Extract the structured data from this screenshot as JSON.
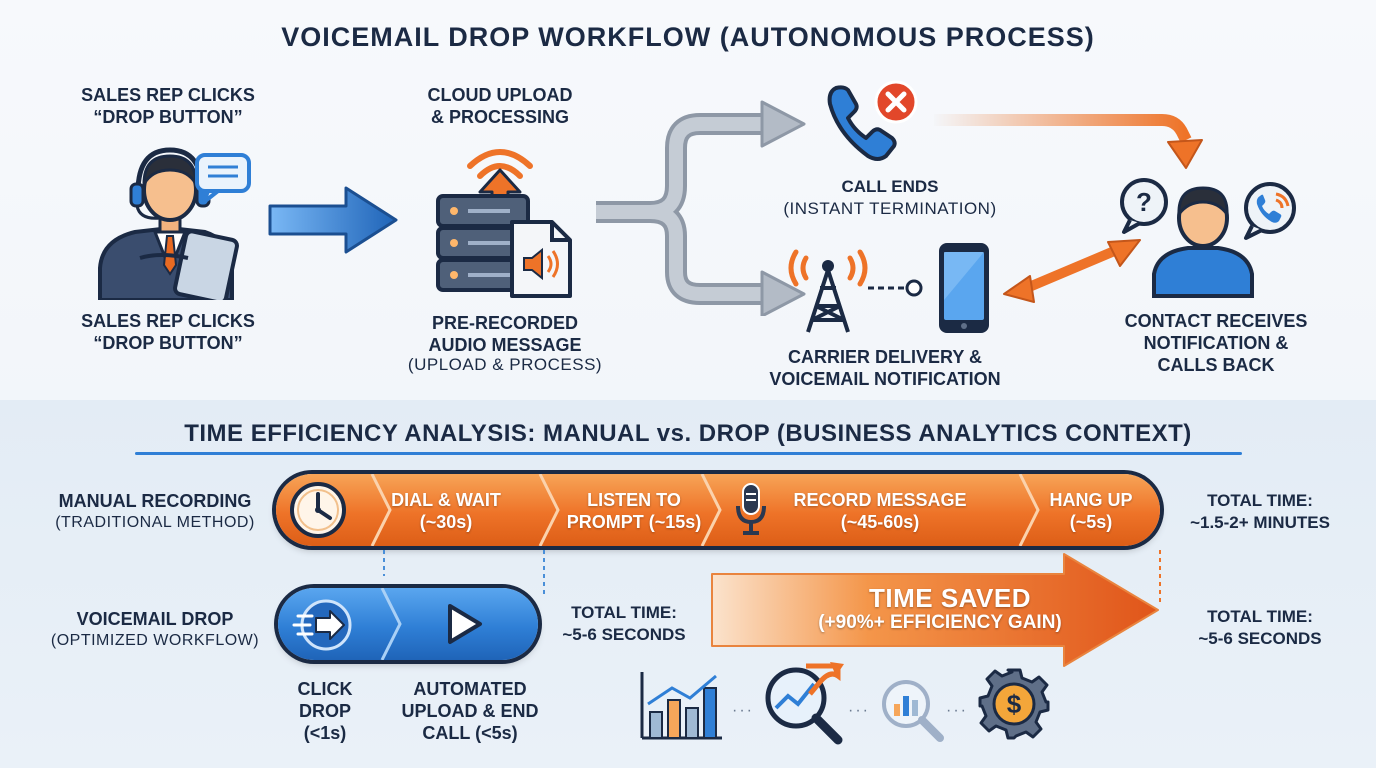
{
  "title": "VOICEMAIL DROP WORKFLOW (AUTONOMOUS PROCESS)",
  "workflow": {
    "rep_top_label": [
      "SALES REP CLICKS",
      "“DROP BUTTON”"
    ],
    "rep_bottom_label": [
      "SALES REP CLICKS",
      "“DROP BUTTON”"
    ],
    "cloud_label": [
      "CLOUD UPLOAD",
      "& PROCESSING"
    ],
    "audio_label": [
      "PRE-RECORDED",
      "AUDIO MESSAGE"
    ],
    "audio_sub": "(UPLOAD & PROCESS)",
    "call_ends_label": "CALL ENDS",
    "call_ends_sub": "(INSTANT TERMINATION)",
    "carrier_label": [
      "CARRIER DELIVERY &",
      "VOICEMAIL NOTIFICATION"
    ],
    "contact_label": [
      "CONTACT RECEIVES",
      "NOTIFICATION &",
      "CALLS BACK"
    ]
  },
  "analysis": {
    "title": "TIME EFFICIENCY ANALYSIS: MANUAL vs. DROP (BUSINESS ANALYTICS CONTEXT)",
    "manual": {
      "label": "MANUAL RECORDING",
      "sub": "(TRADITIONAL METHOD)",
      "steps": [
        {
          "line1": "DIAL & WAIT",
          "line2": "(~30s)"
        },
        {
          "line1": "LISTEN TO",
          "line2": "PROMPT (~15s)"
        },
        {
          "line1": "RECORD MESSAGE",
          "line2": "(~45-60s)"
        },
        {
          "line1": "HANG UP",
          "line2": "(~5s)"
        }
      ],
      "total_label": "TOTAL TIME:",
      "total_value": "~1.5-2+ MINUTES"
    },
    "drop": {
      "label": "VOICEMAIL DROP",
      "sub": "(OPTIMIZED WORKFLOW)",
      "total_label": "TOTAL TIME:",
      "total_value": "~5-6 SECONDS",
      "steps": [
        {
          "lines": [
            "CLICK",
            "DROP",
            "(<1s)"
          ]
        },
        {
          "lines": [
            "AUTOMATED",
            "UPLOAD & END",
            "CALL (<5s)"
          ]
        }
      ]
    },
    "saved": {
      "line1": "TIME SAVED",
      "line2": "(+90%+ EFFICIENCY GAIN)"
    },
    "right_total_label": "TOTAL TIME:",
    "right_total_value": "~5-6 SECONDS"
  },
  "colors": {
    "navy": "#1b2a44",
    "blue": "#2f7fd6",
    "orange": "#ee7328",
    "gray_arrow": "#a9b1bb"
  },
  "icons": [
    "headset-rep-icon",
    "chat-bubble-icon",
    "server-upload-icon",
    "audio-file-icon",
    "phone-decline-icon",
    "cell-tower-icon",
    "smartphone-icon",
    "contact-person-icon",
    "question-bubble-icon",
    "phone-callback-icon",
    "clock-icon",
    "microphone-icon",
    "fast-forward-icon",
    "play-icon",
    "bar-chart-icon",
    "magnifier-chart-icon",
    "magnifier-bars-icon",
    "dollar-gear-icon"
  ]
}
